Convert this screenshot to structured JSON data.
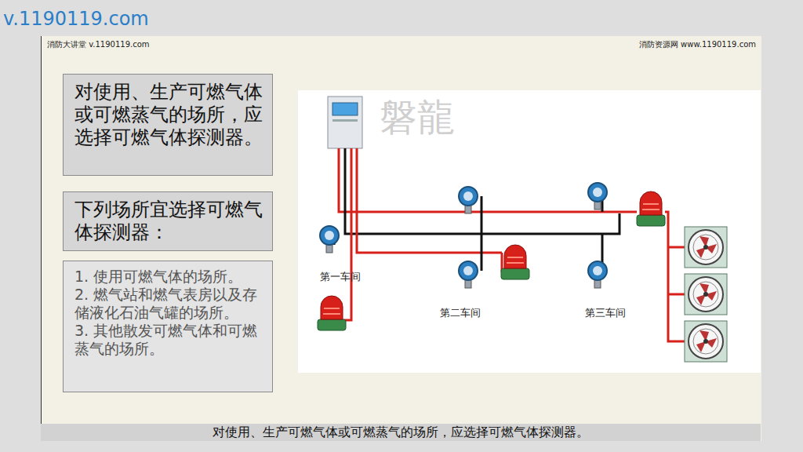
{
  "diagram": {
    "caption": "对使用、生产可燃气体或可燃蒸气的场所，应选择可燃气体探测器。",
    "nodes": [
      {
        "text": [
          "对使用、生产可燃气体或可燃蒸气的场所，应选择可燃气体探测器。"
        ]
      },
      {
        "text": [
          "下列场所宜选择可燃气体探测器："
        ]
      },
      {
        "text": [
          "1. 使用可燃气体的场所。",
          "2. 燃气站和燃气表房以及存储液化石油气罐的场所。",
          "3. 其他散发可燃气体和可燃蒸气的场所。"
        ]
      }
    ],
    "labels": [
      "v.1190119.com",
      "消防大讲堂 v.1190119.com",
      "消防资源网 www.1190119.com",
      "磐龍",
      "第一车间",
      "第二车间",
      "第三车间"
    ]
  }
}
